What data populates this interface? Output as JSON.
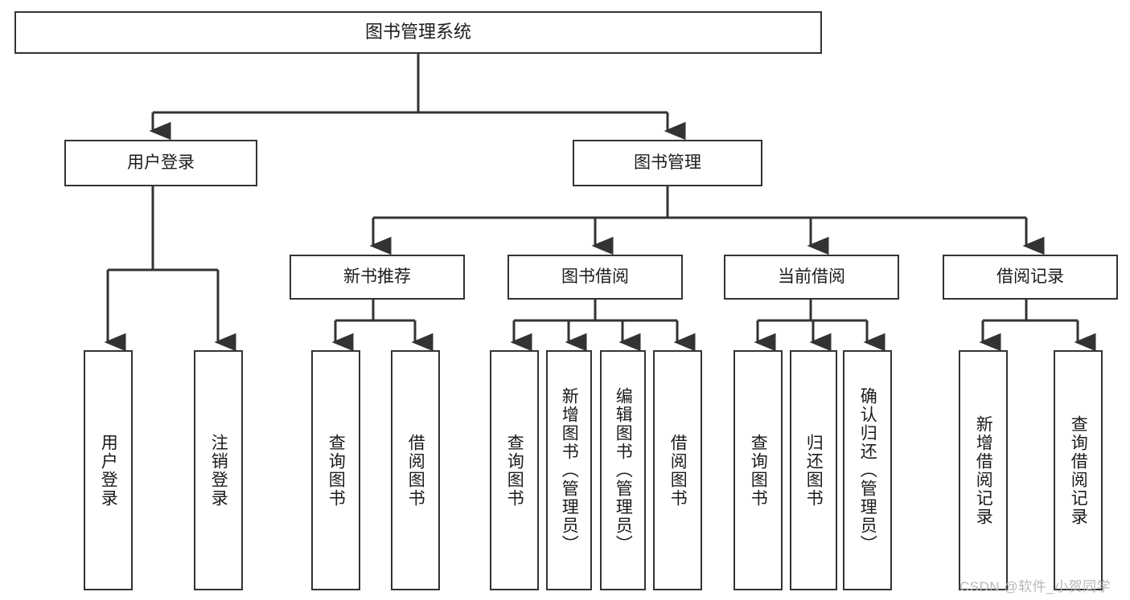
{
  "diagram": {
    "title": "图书管理系统",
    "line_color": "#333333",
    "box_border_color": "#333333",
    "text_color": "#1b1b1b",
    "background": "#ffffff",
    "level2": [
      {
        "label": "用户登录"
      },
      {
        "label": "图书管理"
      }
    ],
    "level3": [
      {
        "label": "新书推荐"
      },
      {
        "label": "图书借阅"
      },
      {
        "label": "当前借阅"
      },
      {
        "label": "借阅记录"
      }
    ],
    "leaves": {
      "user_login": [
        {
          "label": "用户登录"
        },
        {
          "label": "注销登录"
        }
      ],
      "new_book_recommend": [
        {
          "label": "查询图书"
        },
        {
          "label": "借阅图书"
        }
      ],
      "book_borrow": [
        {
          "label": "查询图书"
        },
        {
          "label": "新增图书（管理员）"
        },
        {
          "label": "编辑图书（管理员）"
        },
        {
          "label": "借阅图书"
        }
      ],
      "current_borrow": [
        {
          "label": "查询图书"
        },
        {
          "label": "归还图书"
        },
        {
          "label": "确认归还（管理员）"
        }
      ],
      "borrow_record": [
        {
          "label": "新增借阅记录"
        },
        {
          "label": "查询借阅记录"
        }
      ]
    }
  },
  "watermark": {
    "text": "CSDN @软件_小贺同学"
  }
}
